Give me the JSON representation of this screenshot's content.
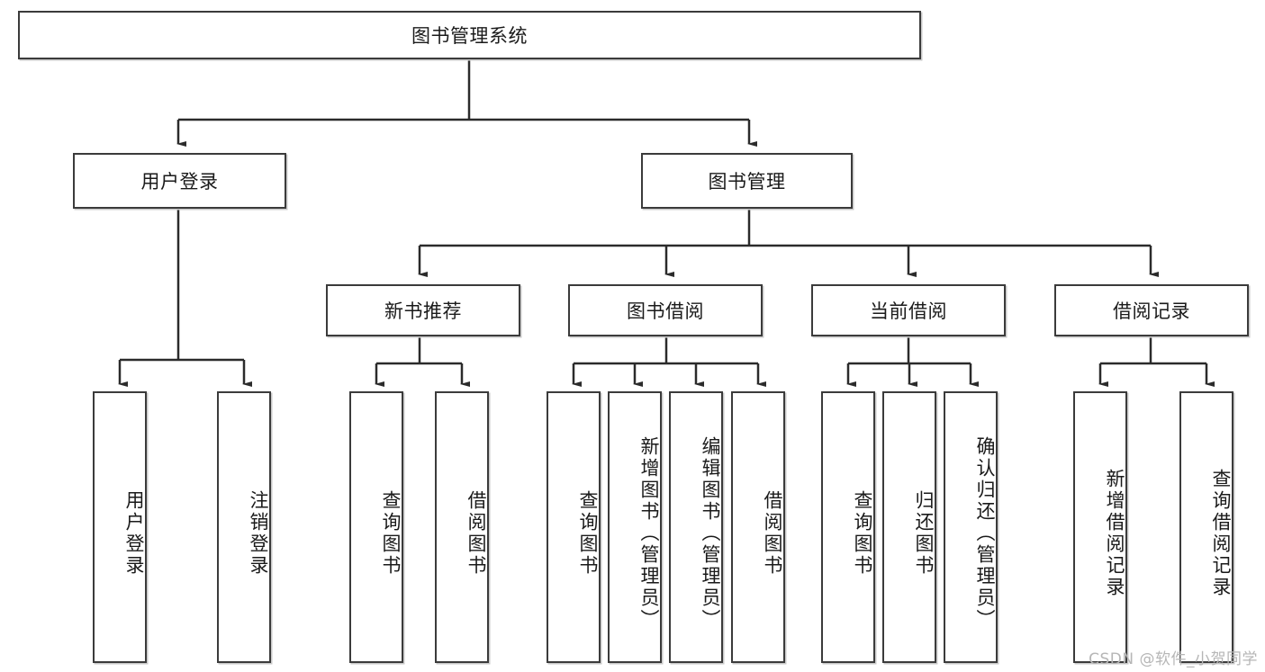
{
  "diagram": {
    "title": "图书管理系统",
    "watermark": "CSDN @软件_小贺同学",
    "colors": {
      "box_border": "#3b3b3b",
      "box_fill": "#ffffff",
      "connector": "#2b2b2b",
      "text": "#1a1a1a",
      "watermark": "#b6b6b6",
      "background": "#ffffff"
    },
    "root": {
      "label": "图书管理系统"
    },
    "level1": [
      {
        "label": "用户登录"
      },
      {
        "label": "图书管理"
      }
    ],
    "level2": [
      {
        "label": "新书推荐"
      },
      {
        "label": "图书借阅"
      },
      {
        "label": "当前借阅"
      },
      {
        "label": "借阅记录"
      }
    ],
    "leaves": {
      "user_login": [
        {
          "label": "用户登录"
        },
        {
          "label": "注销登录"
        }
      ],
      "new_book": [
        {
          "label": "查询图书"
        },
        {
          "label": "借阅图书"
        }
      ],
      "book_borrow": [
        {
          "label": "查询图书"
        },
        {
          "label": "新增图书（管理员）"
        },
        {
          "label": "编辑图书（管理员）"
        },
        {
          "label": "借阅图书"
        }
      ],
      "current_borrow": [
        {
          "label": "查询图书"
        },
        {
          "label": "归还图书"
        },
        {
          "label": "确认归还（管理员）"
        }
      ],
      "borrow_record": [
        {
          "label": "新增借阅记录"
        },
        {
          "label": "查询借阅记录"
        }
      ]
    }
  }
}
